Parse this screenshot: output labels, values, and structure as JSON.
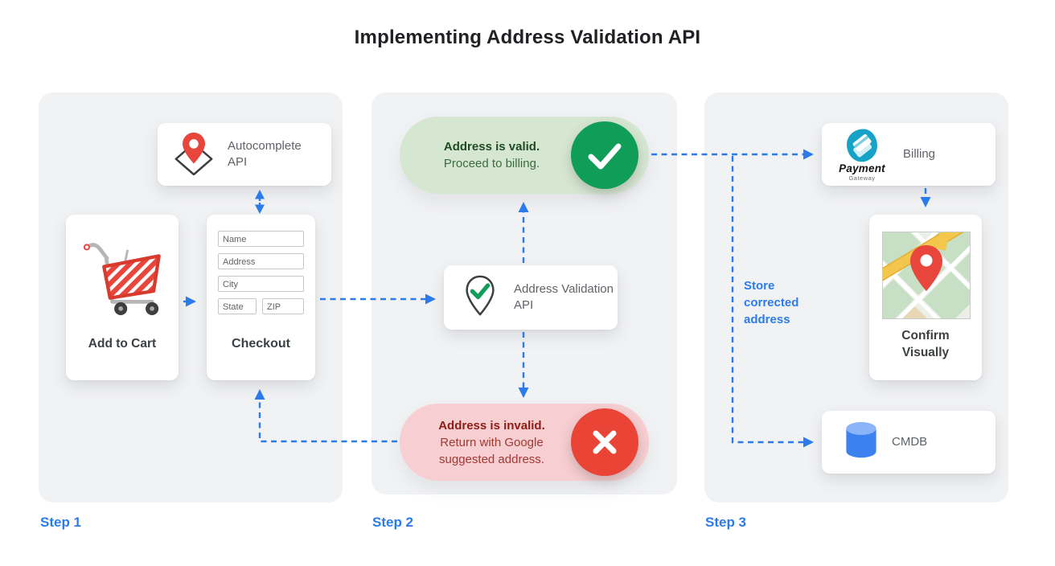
{
  "title": "Implementing Address Validation API",
  "step1": {
    "label": "Step 1",
    "autocomplete_api_label": "Autocomplete API",
    "autocomplete_icon": "map-pin-diamond-icon",
    "cart_icon": "shopping-cart-icon",
    "add_to_cart_label": "Add to Cart",
    "checkout_label": "Checkout",
    "form_fields": [
      "Name",
      "Address",
      "City",
      "State",
      "ZIP"
    ]
  },
  "step2": {
    "label": "Step 2",
    "valid_pill": {
      "title": "Address is valid.",
      "subtitle": "Proceed to billing.",
      "icon": "checkmark-circle-icon"
    },
    "validation_api_label": "Address Validation API",
    "validation_icon": "pin-checkmark-icon",
    "invalid_pill": {
      "title": "Address is invalid.",
      "subtitle": "Return with Google suggested address.",
      "icon": "x-circle-icon"
    }
  },
  "step3": {
    "label": "Step 3",
    "billing_label": "Billing",
    "payment_logo": {
      "title": "Payment",
      "subtitle": "Gateway",
      "icon": "payment-gateway-logo"
    },
    "store_note": "Store corrected address",
    "confirm_label": "Confirm Visually",
    "map_icon": "map-thumbnail-with-pin",
    "cmdb_label": "CMDB",
    "cmdb_icon": "database-cylinder-icon"
  },
  "colors": {
    "arrow_blue": "#2b7cea",
    "success_green": "#0f9d58",
    "error_red": "#e94435",
    "valid_pill_bg": "#d6e7d1",
    "invalid_pill_bg": "#f7ced1",
    "panel_bg": "#f1f2f4"
  }
}
